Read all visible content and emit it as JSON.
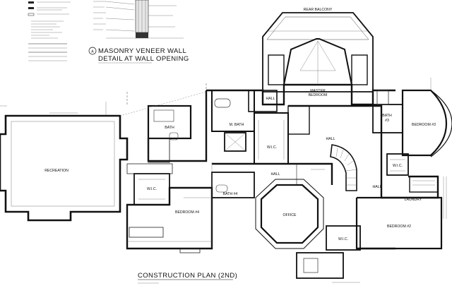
{
  "drawing": {
    "detail_marker": "A",
    "detail_title_line1": "MASONRY VENEER WALL",
    "detail_title_line2": "DETAIL AT WALL OPENING",
    "plan_title": "CONSTRUCTION PLAN (2ND)"
  },
  "rooms": {
    "rear_balcony": "REAR BALCONY",
    "master_bedroom_line1": "MASTER",
    "master_bedroom_line2": "BEDROOM",
    "hall_upper": "HALL",
    "bath_3_line1": "BATH",
    "bath_3_line2": "#3",
    "bedroom_3": "BEDROOM #3",
    "m_bath": "M. BATH",
    "wic_master": "W.I.C.",
    "hall_center": "HALL",
    "bath_left": "BATH",
    "recreation": "RECREATION",
    "wic_left": "W.I.C.",
    "bedroom_4": "BEDROOM #4",
    "bath_4": "BATH #4",
    "hall_lower": "HALL",
    "office": "OFFICE",
    "hall_right": "HALL",
    "wic_right": "W.I.C.",
    "laundry": "LAUNDRY",
    "bedroom_2": "BEDROOM #2",
    "wic_bottom": "W.I.C."
  },
  "colors": {
    "ink": "#111111",
    "paper": "#ffffff"
  }
}
